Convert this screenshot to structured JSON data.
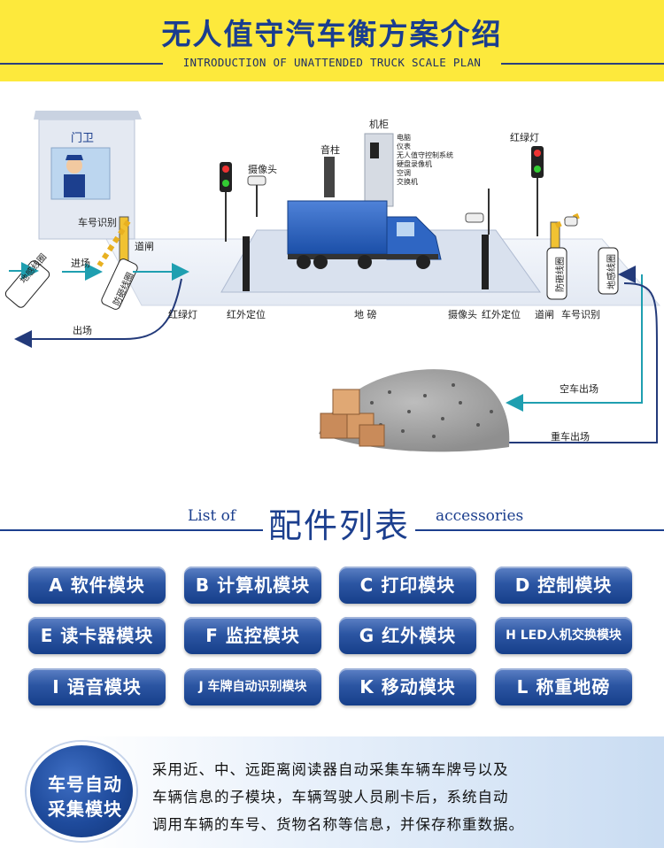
{
  "header": {
    "title": "无人值守汽车衡方案介绍",
    "subtitle": "INTRODUCTION OF UNATTENDED TRUCK SCALE PLAN"
  },
  "diagram": {
    "guardhouse": "门卫",
    "plate_recognition_left": "车号识别",
    "barrier_left": "道闸",
    "ground_coil_left": "地感线圈",
    "anti_smash_coil_left": "防砸线圈",
    "enter": "进场",
    "exit": "出场",
    "traffic_light_left": "红绿灯",
    "infrared_left": "红外定位",
    "camera_top": "摄像头",
    "sound_post": "音柱",
    "cabinet": "机柜",
    "cabinet_items": [
      "电脑",
      "仪表",
      "无人值守控制系统",
      "硬盘录像机",
      "空调",
      "交换机"
    ],
    "traffic_light_right": "红绿灯",
    "weighbridge": "地 磅",
    "camera_bottom": "摄像头",
    "infrared_right": "红外定位",
    "barrier_right": "道闸",
    "plate_recognition_right": "车号识别",
    "anti_smash_coil_right": "防砸线圈",
    "ground_coil_right": "地感线圈",
    "empty_exit": "空车出场",
    "loaded_exit": "重车出场"
  },
  "accessories": {
    "heading_left": "List of",
    "heading_mid": "配件列表",
    "heading_right": "accessories",
    "items": [
      "A 软件模块",
      "B 计算机模块",
      "C 打印模块",
      "D 控制模块",
      "E 读卡器模块",
      "F 监控模块",
      "G 红外模块",
      "H LED人机交换模块",
      "I 语音模块",
      "J 车牌自动识别模块",
      "K 移动模块",
      "L 称重地磅"
    ]
  },
  "footer": {
    "badge_line1": "车号自动",
    "badge_line2": "采集模块",
    "lines": [
      "采用近、中、远距离阅读器自动采集车辆车牌号以及",
      "车辆信息的子模块，车辆驾驶人员刷卡后，系统自动",
      "调用车辆的车号、货物名称等信息，并保存称重数据。"
    ]
  },
  "colors": {
    "header_bg": "#fde93c",
    "brand_blue": "#1c3f8e",
    "button_blue": "#2c56a3",
    "arrow_teal": "#1f9fb0",
    "arrow_navy": "#233a7a"
  }
}
